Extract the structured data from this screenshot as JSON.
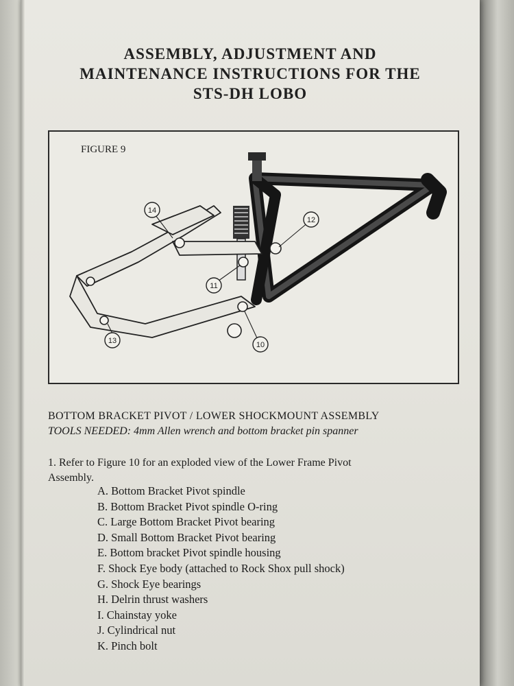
{
  "title_lines": [
    "ASSEMBLY, ADJUSTMENT AND",
    "MAINTENANCE INSTRUCTIONS FOR THE",
    "STS-DH LOBO"
  ],
  "figure": {
    "label": "FIGURE 9",
    "callouts": [
      "14",
      "12",
      "11",
      "13",
      "10"
    ]
  },
  "section": {
    "heading": "BOTTOM BRACKET PIVOT / LOWER SHOCKMOUNT ASSEMBLY",
    "tools_label": "TOOLS NEEDED:",
    "tools_value": "4mm Allen wrench and bottom bracket pin spanner"
  },
  "step1": {
    "text_line1": "1. Refer to Figure 10 for an exploded view of the Lower Frame Pivot",
    "text_line2": "Assembly."
  },
  "parts": [
    "A. Bottom Bracket Pivot spindle",
    "B. Bottom Bracket Pivot spindle O-ring",
    "C. Large Bottom Bracket Pivot bearing",
    "D. Small Bottom Bracket Pivot bearing",
    "E. Bottom bracket Pivot spindle housing",
    "F.  Shock Eye body (attached to Rock Shox pull shock)",
    "G. Shock Eye bearings",
    "H. Delrin thrust washers",
    "I.  Chainstay yoke",
    "J.  Cylindrical nut",
    "K. Pinch bolt"
  ]
}
